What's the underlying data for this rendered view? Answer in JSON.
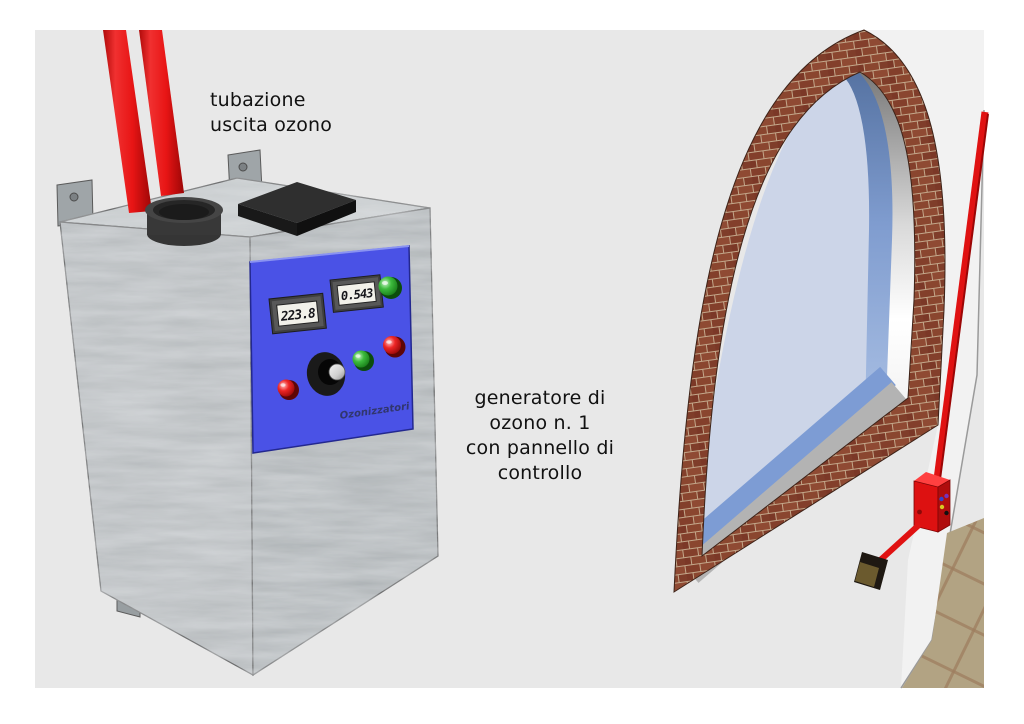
{
  "labels": {
    "pipe": [
      "tubazione",
      "uscita ozono"
    ],
    "generator": [
      "generatore di",
      "ozono n. 1",
      "con pannello di",
      "controllo"
    ]
  },
  "panel": {
    "display1_value": "223.8",
    "display2_value": "0.543",
    "brand": "Ozonizzatori"
  },
  "colors": {
    "panel_blue": "#4a52e6",
    "pipe_red": "#e01212",
    "brick_dark": "#83412c",
    "mortar": "#c3a78a",
    "glass_blue": "#ccd5e8",
    "metal_gray": "#b7bbbe",
    "drawing_bg": "#e8e8e8",
    "wall_white": "#f2f2f2",
    "floor_tan": "#b2a383"
  }
}
